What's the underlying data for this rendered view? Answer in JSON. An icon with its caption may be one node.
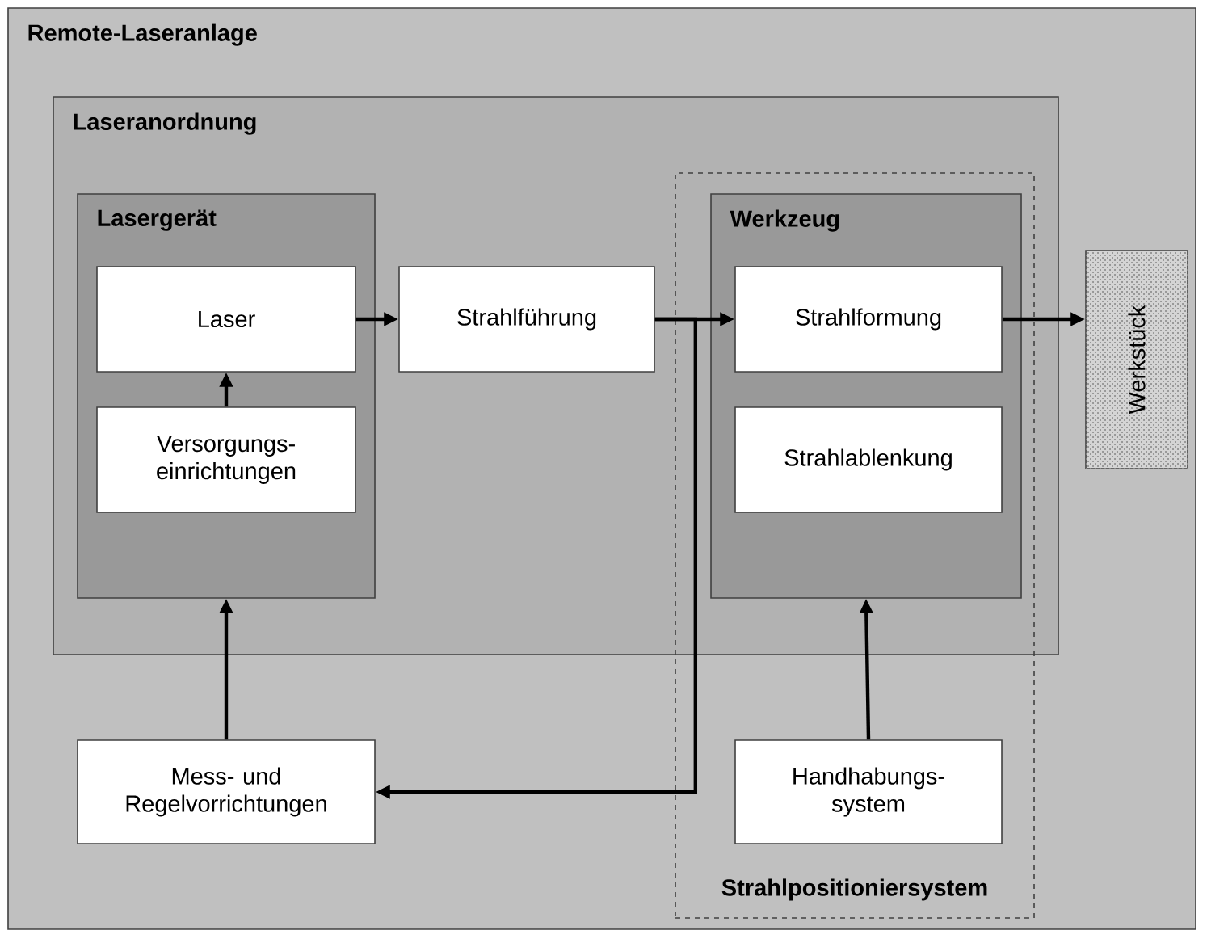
{
  "diagram": {
    "nodes": [
      {
        "text": [
          "Remote-Laseranlage"
        ]
      },
      {
        "text": [
          "Laseranordnung"
        ],
        "in": 0
      },
      {
        "text": [
          "Lasergerät"
        ],
        "in": 1
      },
      {
        "text": [
          "Laser"
        ],
        "in": 2
      },
      {
        "text": [
          "Versorgungs- einrichtungen"
        ],
        "in": 2
      },
      {
        "text": [
          "Strahlführung"
        ],
        "in": 1
      },
      {
        "text": [
          "Strahlpositioniersystem"
        ],
        "in": 0
      },
      {
        "text": [
          "Werkzeug"
        ]
      },
      {
        "text": [
          "Strahlformung"
        ],
        "in": 7
      },
      {
        "text": [
          "Strahlablenkung"
        ],
        "in": 7
      },
      {
        "text": [
          "Werkstück"
        ],
        "in": 0
      },
      {
        "text": [
          "Mess- und Regelvorrichtungen"
        ],
        "in": 0
      },
      {
        "text": [
          "Handhabungs- system"
        ],
        "in": 6
      }
    ],
    "edges": [
      {
        "from": 4,
        "to": 3,
        "arrow": "to"
      },
      {
        "from": 3,
        "to": 5,
        "arrow": "to"
      },
      {
        "from": 5,
        "to": 8,
        "arrow": "to"
      },
      {
        "from": 8,
        "to": 10,
        "arrow": "to"
      },
      {
        "from": 5,
        "to": 11,
        "arrow": "to"
      },
      {
        "from": 11,
        "to": 2,
        "arrow": "to"
      },
      {
        "from": 12,
        "to": 7,
        "arrow": "to"
      }
    ]
  }
}
